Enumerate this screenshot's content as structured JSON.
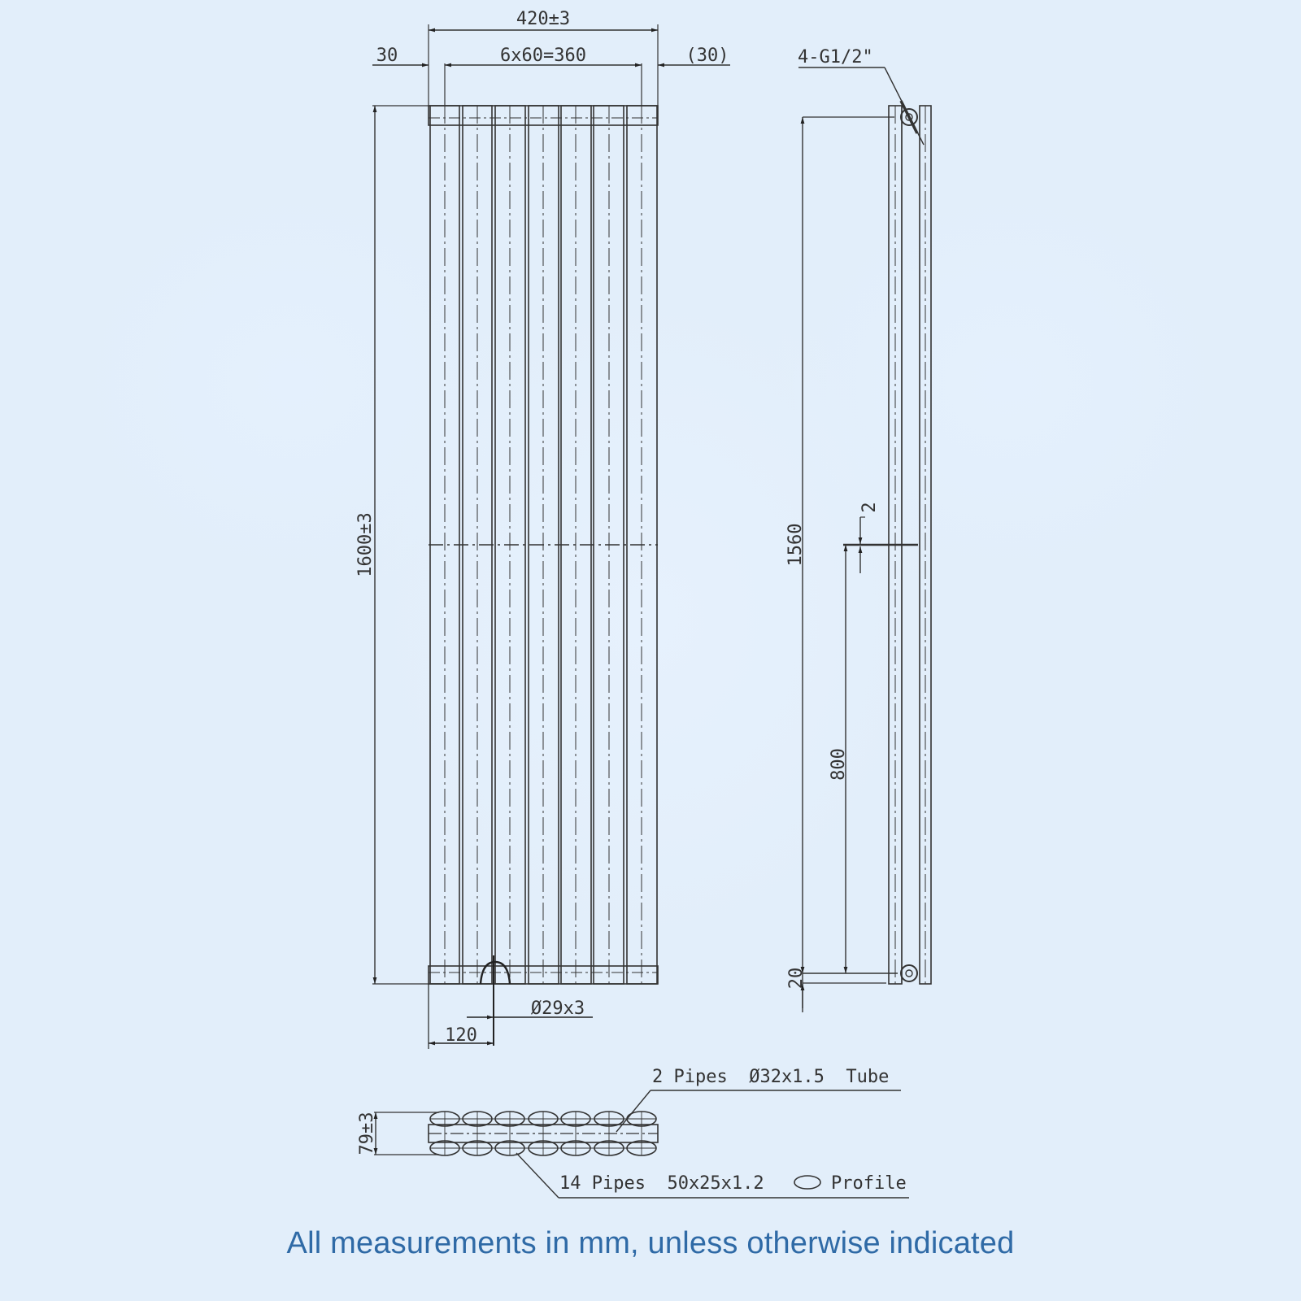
{
  "drawing": {
    "title": "Vertical designer radiator dimension drawing",
    "front_view": {
      "overall_width_label": "420±3",
      "left_margin_label": "30",
      "pitch_label": "6x60=360",
      "right_margin_label": "(30)",
      "overall_height_label": "1600±3",
      "bottom_offset_label": "120",
      "connector_label": "Ø29x3",
      "column_count": 7
    },
    "side_view": {
      "connection_label": "4-G1/2\"",
      "centres_height_label": "1560",
      "bracket_height_label": "800",
      "bracket_gap_label": "2",
      "bottom_offset_label": "20"
    },
    "plan_view": {
      "depth_label": "79±3",
      "header_pipes_label": "2 Pipes  Ø32x1.5  Tube",
      "column_pipes_label": "14 Pipes  50x25x1.2",
      "profile_label": "Profile",
      "profile_icon": "oval-profile-icon"
    }
  },
  "footer": {
    "note": "All measurements in mm, unless otherwise indicated"
  },
  "colors": {
    "background": "#e2eefa",
    "line": "#333333",
    "footer_text": "#2f6aa6"
  }
}
